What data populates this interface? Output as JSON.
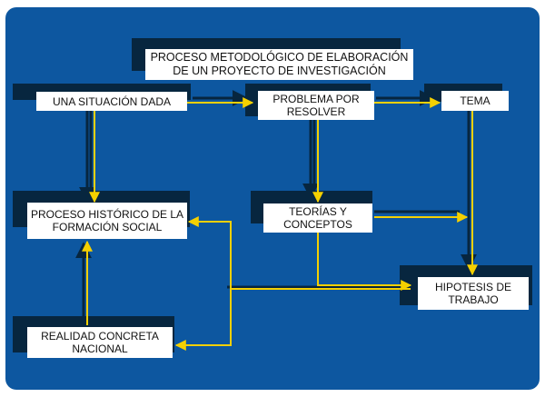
{
  "diagram": {
    "title": {
      "line1": "PROCESO METODOLÓGICO DE ELABORACIÓN",
      "line2": "DE UN PROYECTO DE INVESTIGACIÓN"
    },
    "nodes": {
      "situacion": {
        "line1": "UNA SITUACIÓN DADA"
      },
      "problema": {
        "line1": "PROBLEMA POR",
        "line2": "RESOLVER"
      },
      "tema": {
        "line1": "TEMA"
      },
      "proceso": {
        "line1": "PROCESO HISTÓRICO DE LA",
        "line2": "FORMACIÓN SOCIAL"
      },
      "teorias": {
        "line1": "TEORÍAS Y",
        "line2": "CONCEPTOS"
      },
      "hipotesis": {
        "line1": "HIPOTESIS DE",
        "line2": "TRABAJO"
      },
      "realidad": {
        "line1": "REALIDAD CONCRETA",
        "line2": "NACIONAL"
      }
    },
    "colors": {
      "background": "#0d57a0",
      "shadow": "#07263f",
      "arrow": "#f5d000",
      "box": "#ffffff"
    }
  }
}
